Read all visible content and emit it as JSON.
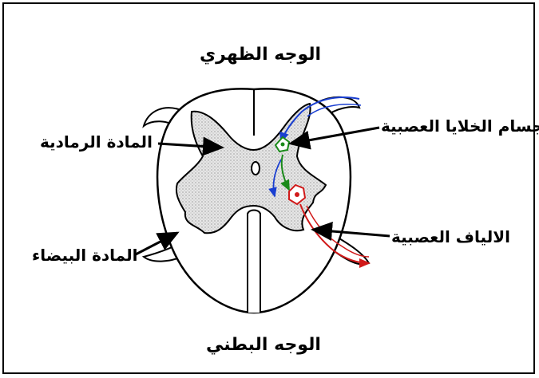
{
  "labels": {
    "dorsal_side": "الوجه الظهري",
    "ventral_side": "الوجه البطني",
    "gray_matter": "المادة الرمادية",
    "white_matter": "المادة البيضاء",
    "nerve_cell_bodies": "جسام الخلايا العصبية",
    "nerve_fibers": "الالياف العصبية"
  },
  "colors": {
    "outline": "#000000",
    "gray_matter_fill": "#dcdcdc",
    "sensory_neuron": "#1a3fd1",
    "interneuron": "#1a8a1a",
    "motor_neuron": "#d11a1a"
  }
}
